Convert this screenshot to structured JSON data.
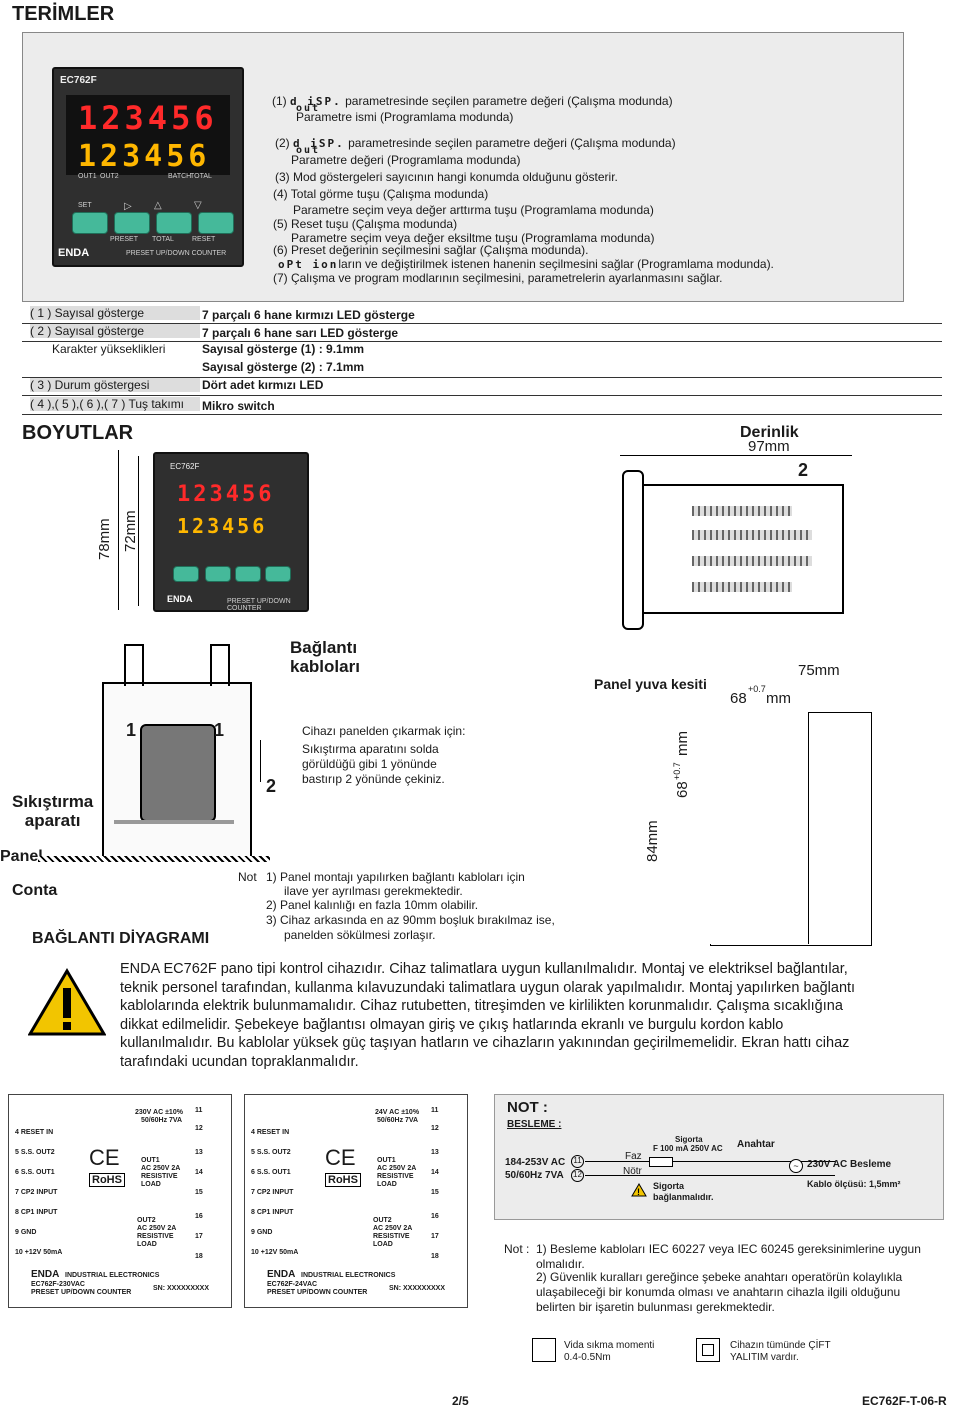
{
  "page_title": "TERİMLER",
  "front_panel": {
    "model": "EC762F",
    "display1": "123456",
    "display2": "123456",
    "ind_out1": "OUT1",
    "ind_out2": "OUT2",
    "ind_batch": "BATCH",
    "ind_total": "TOTAL",
    "set_label": "SET",
    "preset": "PRESET",
    "total": "TOTAL",
    "reset": "RESET",
    "brand": "ENDA",
    "caption": "PRESET UP/DOWN COUNTER"
  },
  "terms": {
    "t1_num": "(1)",
    "t1_code": "d iSP.",
    "t1_code2": "out",
    "t1_a": "parametresinde seçilen parametre değeri (Çalışma modunda)",
    "t1_b": "Parametre ismi (Programlama modunda)",
    "t2_num": "(2)",
    "t2_code": "d iSP.",
    "t2_code2": "out",
    "t2_a": "parametresinde seçilen parametre değeri (Çalışma modunda)",
    "t2_b": "Parametre değeri (Programlama modunda)",
    "t3": "(3) Mod göstergeleri sayıcının hangi konumda olduğunu gösterir.",
    "t4a": "(4) Total görme tuşu (Çalışma  modunda)",
    "t4b": "Parametre seçim veya değer arttırma tuşu (Programlama modunda)",
    "t5a": "(5) Reset tuşu (Çalışma modunda)",
    "t5b": "Parametre seçim veya değer eksiltme tuşu (Programlama modunda)",
    "t6": "(6) Preset değerinin seçilmesini sağlar (Çalışma modunda).",
    "t6b_code": "oPt ion",
    "t6b": "ların  ve değiştirilmek istenen hanenin seçilmesini sağlar (Programlama modunda).",
    "t7": "(7) Çalışma ve program modlarının seçilmesini, parametrelerin ayarlanmasını sağlar."
  },
  "specs": [
    {
      "label": "( 1 ) Sayısal  gösterge",
      "value": "7 parçalı  6 hane kırmızı LED gösterge"
    },
    {
      "label": "( 2 ) Sayısal  gösterge",
      "value": "7 parçalı  6 hane sarı LED gösterge"
    },
    {
      "label": "Karakter yükseklikleri",
      "value": "Sayısal gösterge (1) :    9.1mm"
    },
    {
      "label": "",
      "value": "Sayısal gösterge (2) :    7.1mm"
    },
    {
      "label": "( 3 ) Durum göstergesi",
      "value": "Dört adet kırmızı LED"
    },
    {
      "label": "( 4 ),( 5 ),( 6 ),( 7 ) Tuş takımı",
      "value": "Mikro switch"
    }
  ],
  "boyutlar": {
    "title": "BOYUTLAR",
    "h78": "78mm",
    "h72": "72mm",
    "derinlik": "Derinlik",
    "d97": "97mm",
    "side_num": "2"
  },
  "mount": {
    "kablo": "Bağlantı\nkabloları",
    "clamp_num1": "1",
    "clamp_num2": "1",
    "arrow2": "2",
    "sikistirma": "Sıkıştırma\naparatı",
    "panel": "Panel",
    "conta": "Conta",
    "remove_title": "Cihazı panelden çıkarmak için:",
    "remove_text": "Sıkıştırma aparatını solda\ngörüldüğü gibi 1 yönünde\nbastırıp 2 yönünde çekiniz.",
    "panel_kesit": "Panel yuva kesiti",
    "w75": "75mm",
    "w68": "68",
    "w68tol": "+0.7",
    "w68unit": "mm",
    "h84": "84mm",
    "h68": "68",
    "h68tol": "+0.7",
    "h68unit": "mm"
  },
  "notes": {
    "n_prefix": "Not",
    "n1a": "1) Panel montajı yapılırken bağlantı kabloları için",
    "n1b": "ilave yer ayrılması gerekmektedir.",
    "n2": "2) Panel kalınlığı en fazla 10mm olabilir.",
    "n3a": "3) Cihaz arkasında en az 90mm boşluk bırakılmaz ise,",
    "n3b": "panelden sökülmesi zorlaşır."
  },
  "baglanti_title": "BAĞLANTI DİYAGRAMI",
  "warning": "ENDA EC762F pano tipi kontrol cihazıdır. Cihaz  talimatlara uygun kullanılmalıdır. Montaj ve elektriksel bağlantılar, teknik personel tarafından, kullanma kılavuzundaki talimatlara uygun olarak yapılmalıdır. Montaj yapılırken bağlantı kablolarında elektrik bulunmamalıdır. Cihaz rutubetten, titreşimden ve  kirlilikten korunmalıdır. Çalışma sıcaklığına dikkat edilmelidir. Şebekeye bağlantısı olmayan giriş ve çıkış hatlarında ekranlı ve burgulu kordon kablo kullanılmalıdır. Bu kablolar yüksek güç taşıyan hatların  ve cihazların yakınından geçirilmemelidir. Ekran hattı cihaz tarafındaki ucundan topraklanmalıdır.",
  "wiring": [
    {
      "supply": "230V AC ±10%",
      "supply2": "50/60Hz 7VA",
      "left": [
        "4  RESET IN",
        "5  S.S. OUT2",
        "6  S.S. OUT1",
        "7  CP2 INPUT",
        "8  CP1 INPUT",
        "9  GND",
        "10  +12V 50mA"
      ],
      "right": [
        "11",
        "12",
        "13",
        "14",
        "15",
        "16",
        "17",
        "18"
      ],
      "out1": "OUT1\nAC 250V 2A\nRESISTIVE\nLOAD",
      "out2": "OUT2\nAC 250V 2A\nRESISTIVE\nLOAD",
      "ce": "CE",
      "rohs": "RoHS",
      "brand": "ENDA",
      "brand2": "INDUSTRIAL ELECTRONICS",
      "model": "EC762F-230VAC",
      "desc": "PRESET UP/DOWN COUNTER",
      "sn": "SN: XXXXXXXXX"
    },
    {
      "supply": "24V AC ±10%",
      "supply2": "50/60Hz 7VA",
      "left": [
        "4  RESET IN",
        "5  S.S. OUT2",
        "6  S.S. OUT1",
        "7  CP2 INPUT",
        "8  CP1 INPUT",
        "9  GND",
        "10  +12V 50mA"
      ],
      "right": [
        "11",
        "12",
        "13",
        "14",
        "15",
        "16",
        "17",
        "18"
      ],
      "out1": "OUT1\nAC 250V 2A\nRESISTIVE\nLOAD",
      "out2": "OUT2\nAC 250V 2A\nRESISTIVE\nLOAD",
      "ce": "CE",
      "rohs": "RoHS",
      "brand": "ENDA",
      "brand2": "INDUSTRIAL ELECTRONICS",
      "model": "EC762F-24VAC",
      "desc": "PRESET UP/DOWN COUNTER",
      "sn": "SN: XXXXXXXXX"
    }
  ],
  "supply_note": {
    "title": "NOT :",
    "besleme": "BESLEME :",
    "range": "184-253V AC",
    "range2": "50/60Hz 7VA",
    "t11": "11",
    "t12": "12",
    "sigorta": "Sigorta",
    "sigorta_val": "F 100 mA 250V AC",
    "anahtar": "Anahtar",
    "faz": "Faz",
    "notr": "Nötr",
    "warn": "Sigorta\nbağlanmalıdır.",
    "supply": "230V AC Besleme",
    "kablo": "Kablo ölçüsü: 1,5mm²"
  },
  "install_notes": {
    "prefix": "Not :",
    "n1": "1) Besleme kabloları IEC 60227 veya IEC 60245 gereksinimlerine uygun olmalıdır.",
    "n2": "2) Güvenlik kuralları gereğince şebeke anahtarı operatörün kolaylıkla ulaşabileceği bir konumda olması ve anahtarın cihazla ilgili olduğunu belirten bir işaretin bulunması gerekmektedir."
  },
  "legend": {
    "torque": "Vida sıkma momenti\n0.4-0.5Nm",
    "insulation": "Cihazın tümünde ÇİFT\nYALITIM vardır."
  },
  "footer": {
    "page": "2/5",
    "doc": "EC762F-T-06-R"
  }
}
